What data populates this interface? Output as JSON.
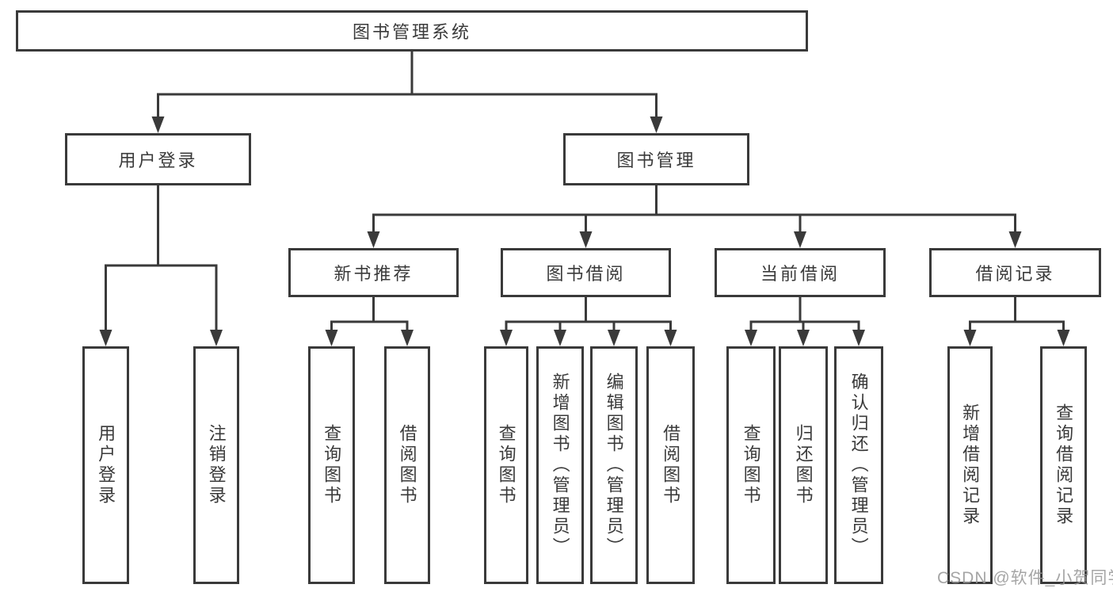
{
  "tree": {
    "label": "图书管理系统",
    "children": [
      {
        "label": "用户登录",
        "children": [
          {
            "label": "用户登录"
          },
          {
            "label": "注销登录"
          }
        ]
      },
      {
        "label": "图书管理",
        "children": [
          {
            "label": "新书推荐",
            "children": [
              {
                "label": "查询图书"
              },
              {
                "label": "借阅图书"
              }
            ]
          },
          {
            "label": "图书借阅",
            "children": [
              {
                "label": "查询图书"
              },
              {
                "label": "新增图书（管理员）"
              },
              {
                "label": "编辑图书（管理员）"
              },
              {
                "label": "借阅图书"
              }
            ]
          },
          {
            "label": "当前借阅",
            "children": [
              {
                "label": "查询图书"
              },
              {
                "label": "归还图书"
              },
              {
                "label": "确认归还（管理员）"
              }
            ]
          },
          {
            "label": "借阅记录",
            "children": [
              {
                "label": "新增借阅记录"
              },
              {
                "label": "查询借阅记录"
              }
            ]
          }
        ]
      }
    ]
  },
  "watermark": {
    "text": "CSDN @软件_小贺同学"
  },
  "colors": {
    "line": "#3a3a3a",
    "box_border": "#3a3a3a",
    "text": "#3a3a3a",
    "background": "#ffffff",
    "watermark": "#969696"
  }
}
